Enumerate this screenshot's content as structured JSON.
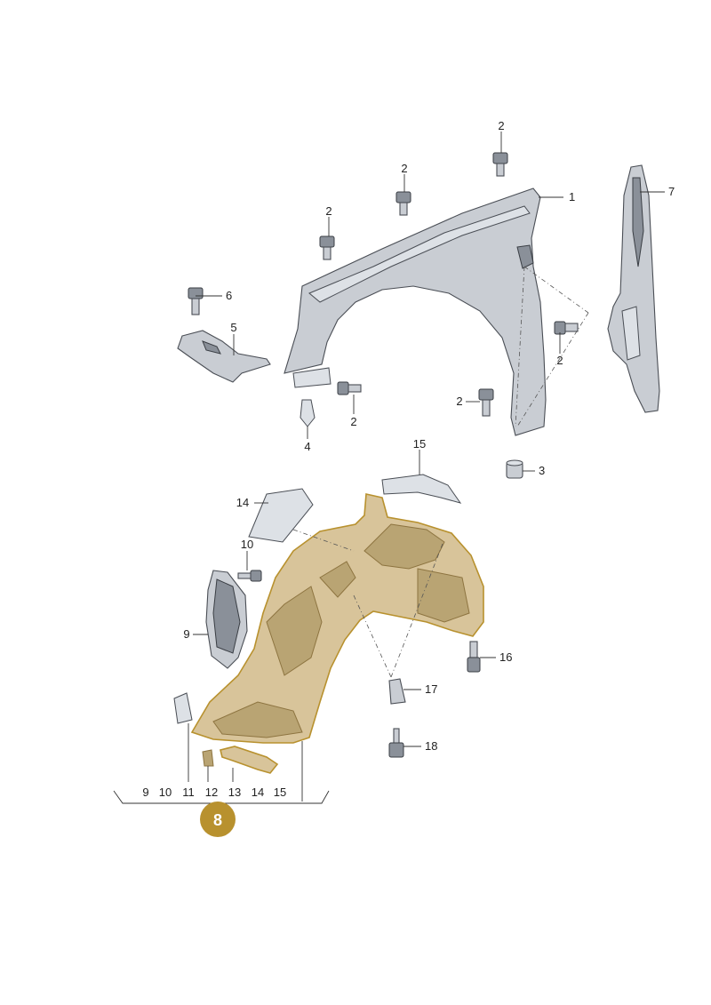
{
  "callouts": {
    "p1": "1",
    "p2": "2",
    "p3": "3",
    "p4": "4",
    "p5": "5",
    "p6": "6",
    "p7": "7",
    "p9": "9",
    "p10": "10",
    "p14": "14",
    "p15": "15",
    "p16": "16",
    "p17": "17",
    "p18": "18"
  },
  "group_row": [
    "9",
    "10",
    "11",
    "12",
    "13",
    "14",
    "15"
  ],
  "group_badge": "8",
  "colors": {
    "badge_fill": "#b8912e",
    "liner_fill": "#d8c49a",
    "liner_outline": "#b8912e",
    "fender_fill": "#c9cdd3"
  }
}
